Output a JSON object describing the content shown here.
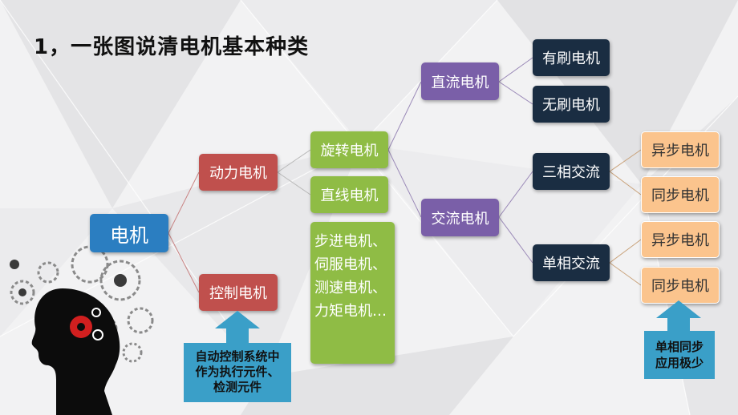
{
  "title": "1，一张图说清电机基本种类",
  "nodes": {
    "root": "电机",
    "power": "动力电机",
    "control": "控制电机",
    "rotary": "旋转电机",
    "linear": "直线电机",
    "dc": "直流电机",
    "ac": "交流电机",
    "brushed": "有刷电机",
    "brushless": "无刷电机",
    "three_phase": "三相交流",
    "single_phase": "单相交流",
    "tp_async": "异步电机",
    "tp_sync": "同步电机",
    "sp_async": "异步电机",
    "sp_sync": "同步电机"
  },
  "control_types": [
    "步进电机、",
    "伺服电机、",
    "测速电机、",
    "力矩电机…"
  ],
  "callouts": {
    "control_note": [
      "自动控制系统中",
      "作为执行元件、",
      "检测元件"
    ],
    "single_phase_note": [
      "单相同步",
      "应用极少"
    ]
  },
  "colors": {
    "root": "#2b7ec1",
    "level1": "#c0504d",
    "level2": "#8fbc45",
    "level3": "#7a5fa8",
    "level4": "#1a2d42",
    "level5": "#fbc48d",
    "callout": "#3a9fc8"
  },
  "icons": [
    "head-with-gears-icon",
    "up-arrow-icon"
  ]
}
